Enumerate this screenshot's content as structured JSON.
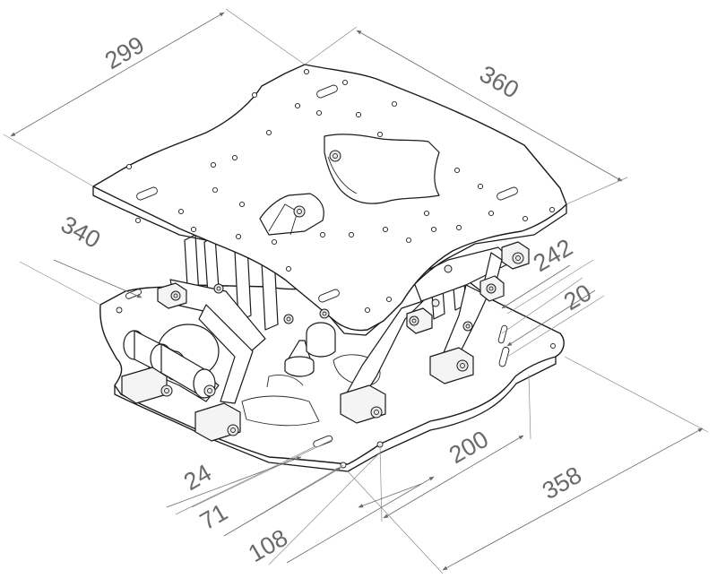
{
  "dimensions": {
    "top_depth": "299",
    "top_width": "360",
    "base_depth": "340",
    "stroke": "242",
    "offset": "20",
    "slot_spacing": "200",
    "base_width": "358",
    "slot_width": "24",
    "slot_pitch": "71",
    "side_offset": "108"
  },
  "colors": {
    "line": "#1a1a1a",
    "dimension": "#6a6a6a",
    "background": "#ffffff"
  }
}
